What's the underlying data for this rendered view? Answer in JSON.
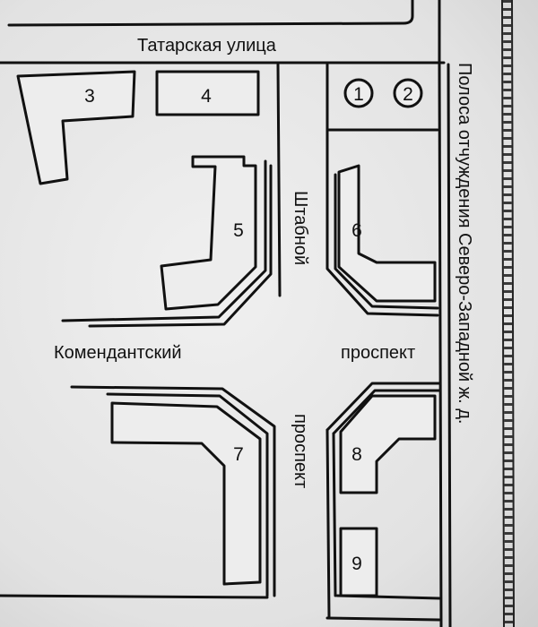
{
  "map": {
    "streets": {
      "tatarskaya": "Татарская улица",
      "shtabnoy_1": "Штабной",
      "shtabnoy_2": "проспект",
      "komendantsky_1": "Комендантский",
      "komendantsky_2": "проспект",
      "railway_zone": "Полоса отчуждения Северо-Западной ж. д."
    },
    "buildings": [
      "1",
      "2",
      "3",
      "4",
      "5",
      "6",
      "7",
      "8",
      "9"
    ]
  }
}
